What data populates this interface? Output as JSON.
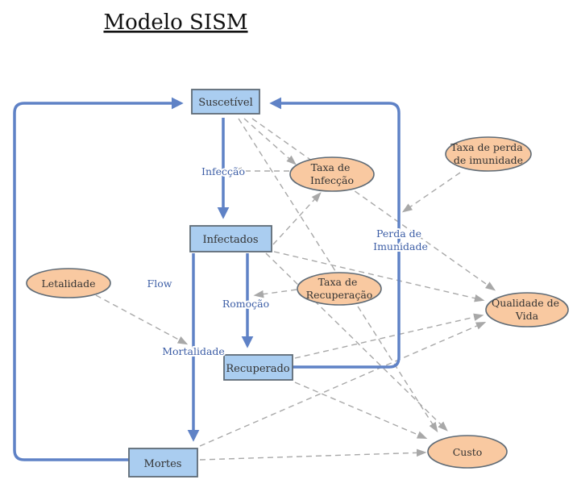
{
  "title": "Modelo SISM",
  "stocks": {
    "suscetivel": {
      "label": "Suscetível"
    },
    "infectados": {
      "label": "Infectados"
    },
    "recuperado": {
      "label": "Recuperado"
    },
    "mortes": {
      "label": "Mortes"
    }
  },
  "auxiliaries": {
    "taxa_infeccao": {
      "line1": "Taxa de",
      "line2": "Infecção"
    },
    "taxa_perda_imunidade": {
      "line1": "Taxa de perda",
      "line2": "de imunidade"
    },
    "taxa_recuperacao": {
      "line1": "Taxa de",
      "line2": "Recuperação"
    },
    "letalidade": {
      "line1": "Letalidade"
    },
    "qualidade_vida": {
      "line1": "Qualidade de",
      "line2": "Vida"
    },
    "custo": {
      "line1": "Custo"
    }
  },
  "flow_labels": {
    "infeccao": "Infecção",
    "perda_line1": "Perda de",
    "perda_line2": "Imunidade",
    "flow": "Flow",
    "romocao": "Romoção",
    "mortalidade": "Mortalidade"
  },
  "colors": {
    "stock_fill": "#aacdf0",
    "stock_border": "#5f6b76",
    "aux_fill": "#f9c9a1",
    "aux_border": "#5f6b76",
    "flow_blue": "#5f82c6",
    "influence_gray": "#a8a8a8",
    "label_blue": "#3d5ea6",
    "text_dark": "#333333"
  }
}
